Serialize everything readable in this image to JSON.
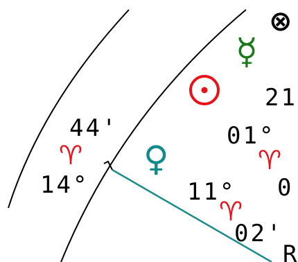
{
  "colors": {
    "line": "#000000",
    "aries": "#e8121a",
    "sun": "#e8121a",
    "mercury": "#1a7a1a",
    "venus": "#138a8a",
    "aspect": "#1a8a8a",
    "text": "#000000"
  },
  "cusp": {
    "degree": "14°",
    "sign_glyph": "♈",
    "minutes": "44'"
  },
  "planets": {
    "mercury": {
      "glyph": "☿",
      "degree": "21",
      "sign_glyph": "♈",
      "minutes": ""
    },
    "sun": {
      "glyph": "☉",
      "degree": "01°",
      "sign_glyph": "♈",
      "minutes": ""
    },
    "venus": {
      "glyph": "♀",
      "degree": "11°",
      "sign_glyph": "♈",
      "minutes": "02'"
    },
    "partial_degree_1": "0",
    "partial_letter": "R",
    "top_symbol": "⊗"
  },
  "icons": {
    "aries": "aries-glyph-icon",
    "sun": "sun-glyph-icon",
    "mercury": "mercury-glyph-icon",
    "venus": "venus-glyph-icon",
    "part_of_fortune": "part-of-fortune-icon"
  }
}
